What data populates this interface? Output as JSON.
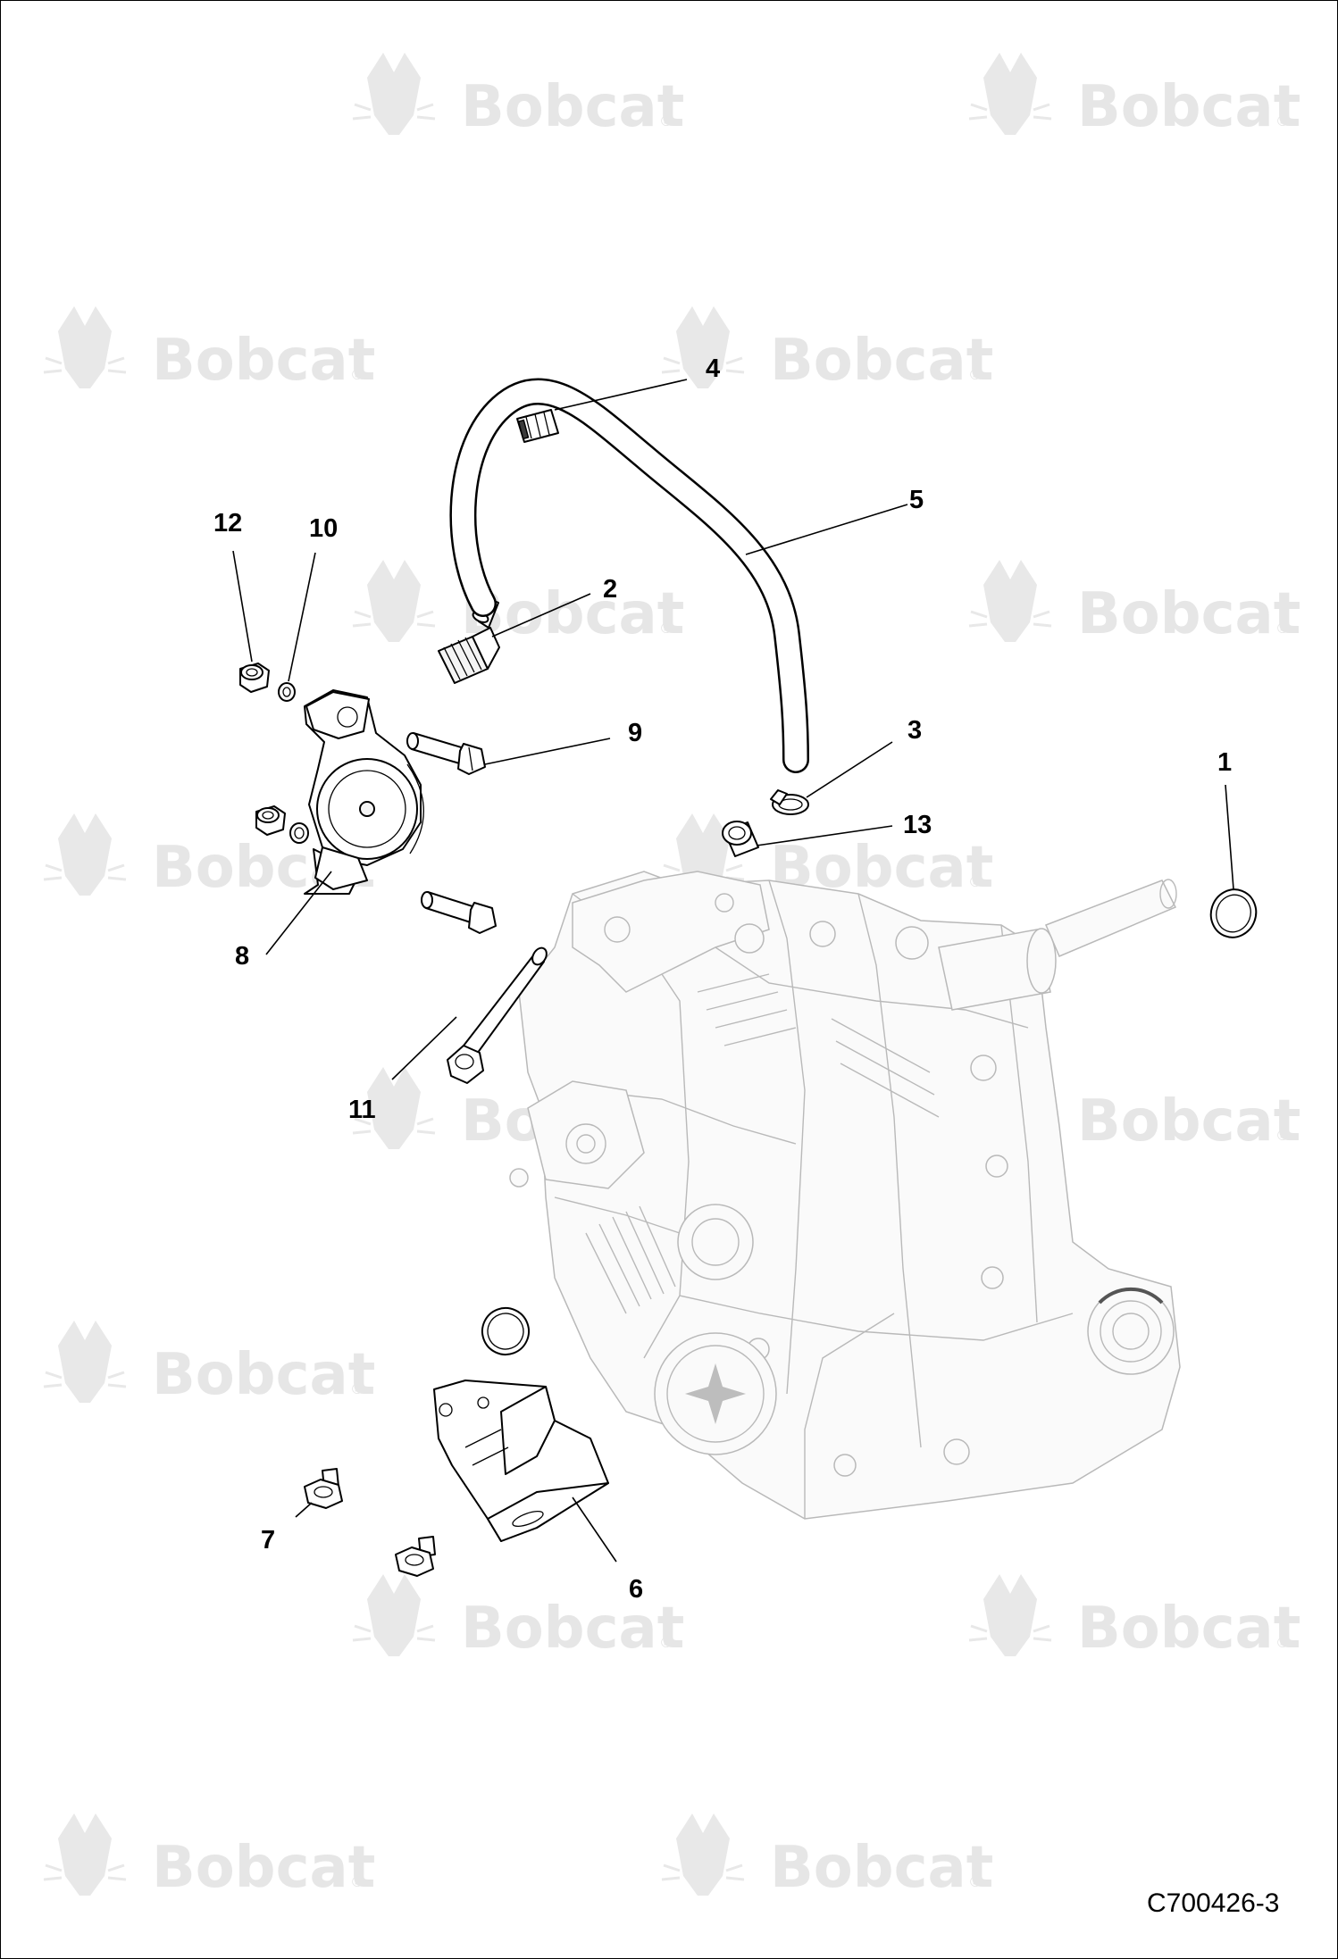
{
  "watermark": {
    "brand": "Bobcat",
    "registered_mark": "®"
  },
  "figure_id": "C700426-3",
  "callouts": {
    "c1": "1",
    "c2": "2",
    "c3": "3",
    "c4": "4",
    "c5": "5",
    "c6": "6",
    "c7": "7",
    "c8": "8",
    "c9": "9",
    "c10": "10",
    "c11": "11",
    "c12": "12",
    "c13": "13"
  },
  "colors": {
    "line": "#000000",
    "watermark": "#e6e6e6",
    "ghost": "#b9b9b9",
    "background": "#ffffff"
  }
}
